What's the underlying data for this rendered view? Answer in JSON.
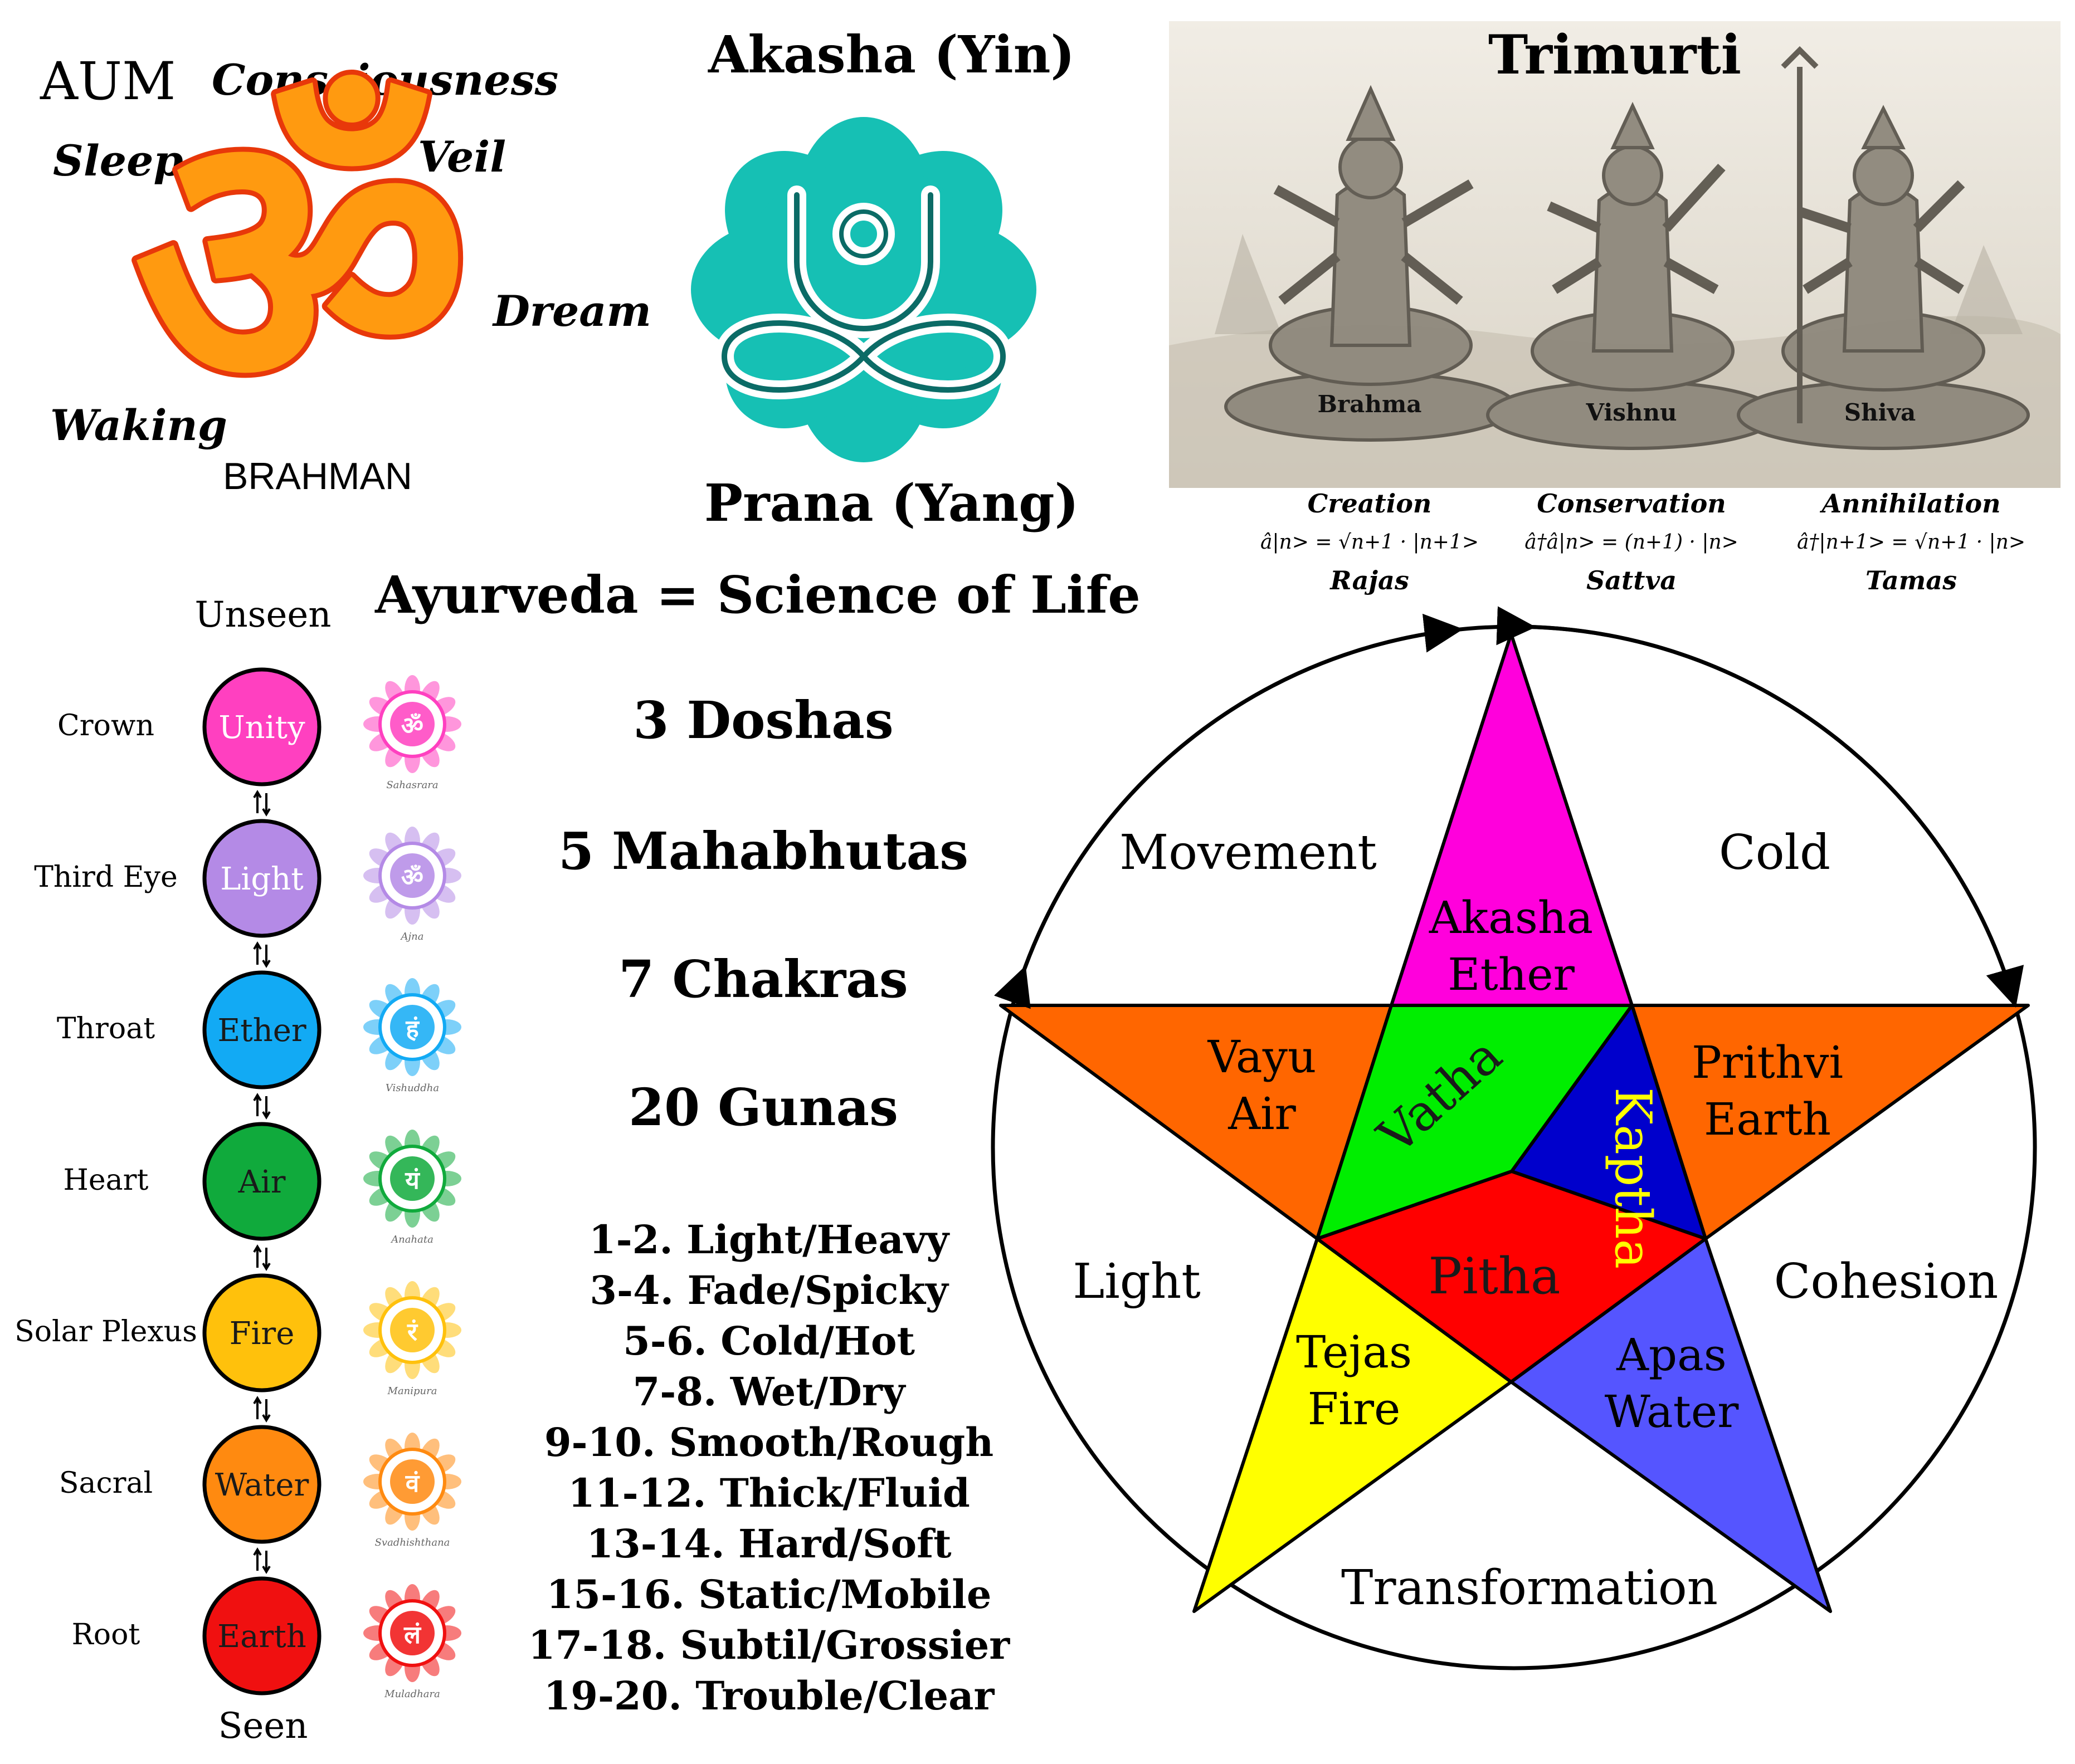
{
  "aum": {
    "title": "AUM",
    "consciousness": "Consciousness",
    "sleep": "Sleep",
    "veil": "Veil",
    "dream": "Dream",
    "waking": "Waking",
    "brahman": "BRAHMAN",
    "symbol": "ॐ",
    "colors": {
      "fill": "#ff9a10",
      "outline": "#e8380a"
    }
  },
  "akasha_prana": {
    "top": "Akasha (Yin)",
    "bottom": "Prana (Yang)",
    "flower_color": "#16c0b4"
  },
  "trimurti": {
    "title": "Trimurti",
    "deities": [
      "Brahma",
      "Vishnu",
      "Shiva"
    ],
    "operators": [
      {
        "role": "Creation",
        "formula": "â|n> = √n+1 · |n+1>",
        "guna": "Rajas"
      },
      {
        "role": "Conservation",
        "formula": "â†â|n> = (n+1) · |n>",
        "guna": "Sattva"
      },
      {
        "role": "Annihilation",
        "formula": "â†|n+1> = √n+1 · |n>",
        "guna": "Tamas"
      }
    ]
  },
  "ayurveda": {
    "title": "Ayurveda = Science of Life",
    "counts": [
      "3 Doshas",
      "5 Mahabhutas",
      "7 Chakras",
      "20 Gunas"
    ],
    "gunas": [
      "1-2. Light/Heavy",
      "3-4. Fade/Spicky",
      "5-6. Cold/Hot",
      "7-8. Wet/Dry",
      "9-10. Smooth/Rough",
      "11-12. Thick/Fluid",
      "13-14. Hard/Soft",
      "15-16. Static/Mobile",
      "17-18. Subtil/Grossier",
      "19-20.  Trouble/Clear"
    ]
  },
  "chakras": {
    "top_label": "Unseen",
    "bottom_label": "Seen",
    "items": [
      {
        "name": "Crown",
        "element": "Unity",
        "color": "#ff40c0",
        "text_color": "#ffffff",
        "sanskrit": "Sahasrara",
        "glyph": "ॐ"
      },
      {
        "name": "Third Eye",
        "element": "Light",
        "color": "#b48ae6",
        "text_color": "#ffffff",
        "sanskrit": "Ajna",
        "glyph": "ॐ"
      },
      {
        "name": "Throat",
        "element": "Ether",
        "color": "#12aaf4",
        "text_color": "#1a1a1a",
        "sanskrit": "Vishuddha",
        "glyph": "हं"
      },
      {
        "name": "Heart",
        "element": "Air",
        "color": "#10aa3c",
        "text_color": "#1a1a1a",
        "sanskrit": "Anahata",
        "glyph": "यं"
      },
      {
        "name": "Solar Plexus",
        "element": "Fire",
        "color": "#ffc10c",
        "text_color": "#1a1a1a",
        "sanskrit": "Manipura",
        "glyph": "रं"
      },
      {
        "name": "Sacral",
        "element": "Water",
        "color": "#ff8a10",
        "text_color": "#1a1a1a",
        "sanskrit": "Svadhishthana",
        "glyph": "वं"
      },
      {
        "name": "Root",
        "element": "Earth",
        "color": "#f01010",
        "text_color": "#1a1a1a",
        "sanskrit": "Muladhara",
        "glyph": "लं"
      }
    ]
  },
  "pentagram": {
    "outer": [
      "Movement",
      "Cold",
      "Light",
      "Cohesion",
      "Transformation"
    ],
    "elements": [
      {
        "line1": "Akasha",
        "line2": "Ether",
        "color": "#ff00dc"
      },
      {
        "line1": "Vayu",
        "line2": "Air",
        "color": "#ff6600"
      },
      {
        "line1": "Prithvi",
        "line2": "Earth",
        "color": "#ff6600"
      },
      {
        "line1": "Tejas",
        "line2": "Fire",
        "color": "#ffff00"
      },
      {
        "line1": "Apas",
        "line2": "Water",
        "color": "#5555ff"
      }
    ],
    "doshas": [
      {
        "name": "Vatha",
        "color": "#00ee00",
        "text_color": "#1a1a1a"
      },
      {
        "name": "Kaptha",
        "color": "#0000cc",
        "text_color": "#ffff00"
      },
      {
        "name": "Pitha",
        "color": "#ff0000",
        "text_color": "#1a1a1a"
      }
    ]
  }
}
